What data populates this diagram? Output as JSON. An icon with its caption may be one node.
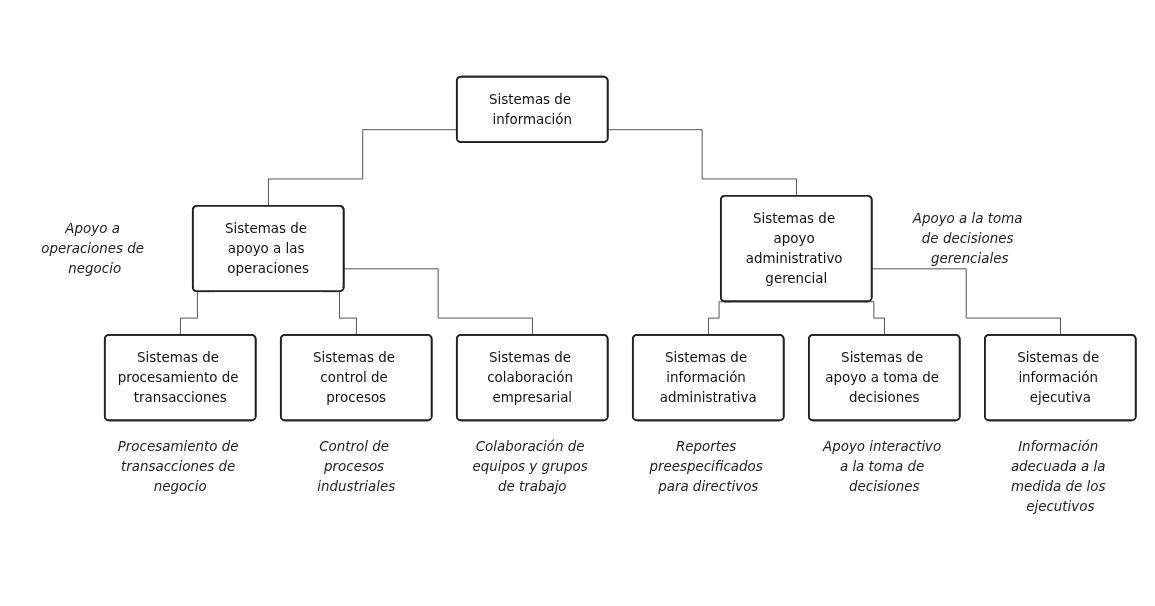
{
  "diagram": {
    "nodes": [
      {
        "text": [
          "Sistemas de información"
        ]
      },
      {
        "text": [
          "Sistemas de apoyo a las operaciones"
        ],
        "beside": [
          "Apoyo a operaciones de negocio"
        ]
      },
      {
        "text": [
          "Sistemas de apoyo administrativo gerencial"
        ],
        "beside": [
          "Apoyo a la toma de decisiones gerenciales"
        ]
      },
      {
        "text": [
          "Sistemas de procesamiento de transacciones"
        ],
        "beside": [
          "Procesamiento de transacciones de negocio"
        ]
      },
      {
        "text": [
          "Sistemas de control de procesos"
        ],
        "beside": [
          "Control de procesos industriales"
        ]
      },
      {
        "text": [
          "Sistemas de colaboración empresarial"
        ],
        "beside": [
          "Colaboración de equipos y grupos de trabajo"
        ]
      },
      {
        "text": [
          "Sistemas de información administrativa"
        ],
        "beside": [
          "Reportes preespecificados para directivos"
        ]
      },
      {
        "text": [
          "Sistemas de apoyo a toma de decisiones"
        ],
        "beside": [
          "Apoyo interactivo a la toma de decisiones"
        ]
      },
      {
        "text": [
          "Sistemas de información ejecutiva"
        ],
        "beside": [
          "Información adecuada a la medida de los ejecutivos"
        ]
      }
    ],
    "edges": [
      {
        "from": 0,
        "to": 1,
        "arrow": "none"
      },
      {
        "from": 0,
        "to": 2,
        "arrow": "none"
      },
      {
        "from": 1,
        "to": 3,
        "arrow": "none"
      },
      {
        "from": 1,
        "to": 4,
        "arrow": "none"
      },
      {
        "from": 1,
        "to": 5,
        "arrow": "none"
      },
      {
        "from": 2,
        "to": 6,
        "arrow": "none"
      },
      {
        "from": 2,
        "to": 7,
        "arrow": "none"
      },
      {
        "from": 2,
        "to": 8,
        "arrow": "none"
      }
    ]
  }
}
